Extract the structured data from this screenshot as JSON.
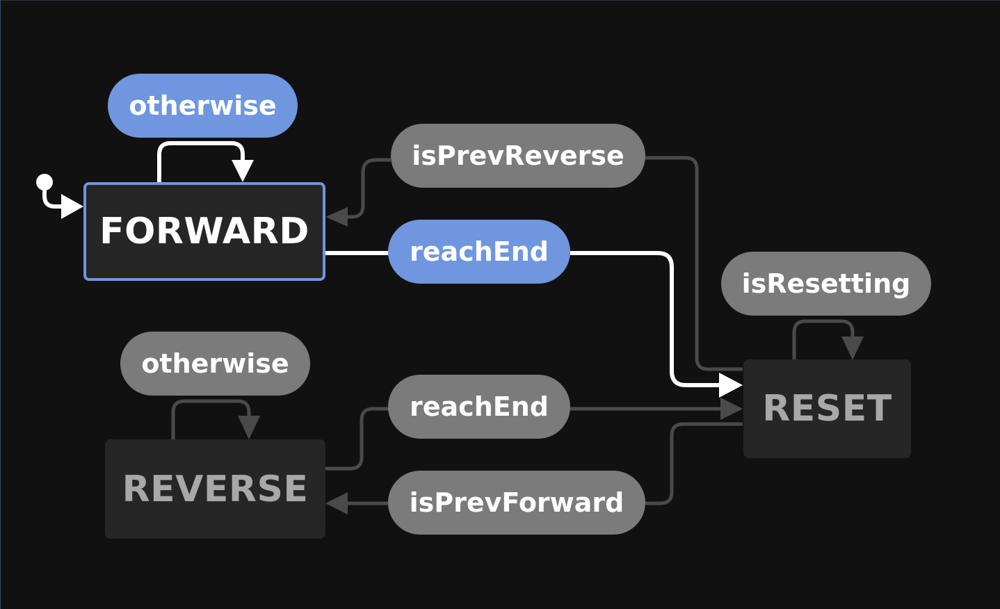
{
  "colors": {
    "background": "#111112",
    "active_accent": "#6f96de",
    "inactive_label": "#7b7b7b",
    "active_edge": "#ffffff",
    "inactive_edge": "#4a4a4a",
    "node_fill": "#262627"
  },
  "states": {
    "forward": "FORWARD",
    "reverse": "REVERSE",
    "reset": "RESET"
  },
  "transitions": {
    "forward_otherwise": "otherwise",
    "is_prev_reverse": "isPrevReverse",
    "forward_reach_end": "reachEnd",
    "is_resetting": "isResetting",
    "reverse_otherwise": "otherwise",
    "reverse_reach_end": "reachEnd",
    "is_prev_forward": "isPrevForward"
  }
}
